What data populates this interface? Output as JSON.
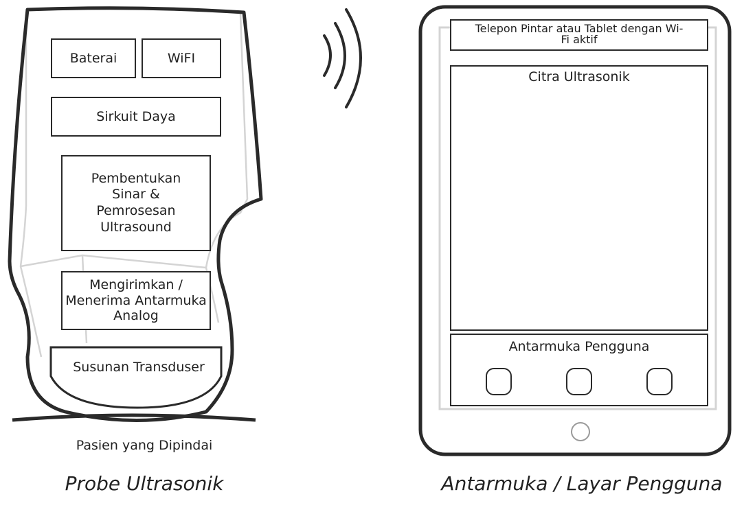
{
  "probe": {
    "components": {
      "battery": "Baterai",
      "wifi": "WiFI",
      "power_circuit": "Sirkuit Daya",
      "beamforming": "Pembentukan Sinar & Pemrosesan Ultrasound",
      "analog_interface": "Mengirimkan / Menerima Antarmuka Analog",
      "transducer": "Susunan Transduser"
    },
    "patient_label": "Pasien yang Dipindai",
    "caption": "Probe Ultrasonik"
  },
  "tablet": {
    "header": "Telepon Pintar atau Tablet dengan Wi-Fi aktif",
    "image_label": "Citra Ultrasonik",
    "ui_label": "Antarmuka Pengguna",
    "caption": "Antarmuka / Layar Pengguna"
  },
  "icons": [
    "wireless-signal-icon",
    "home-button-icon"
  ]
}
